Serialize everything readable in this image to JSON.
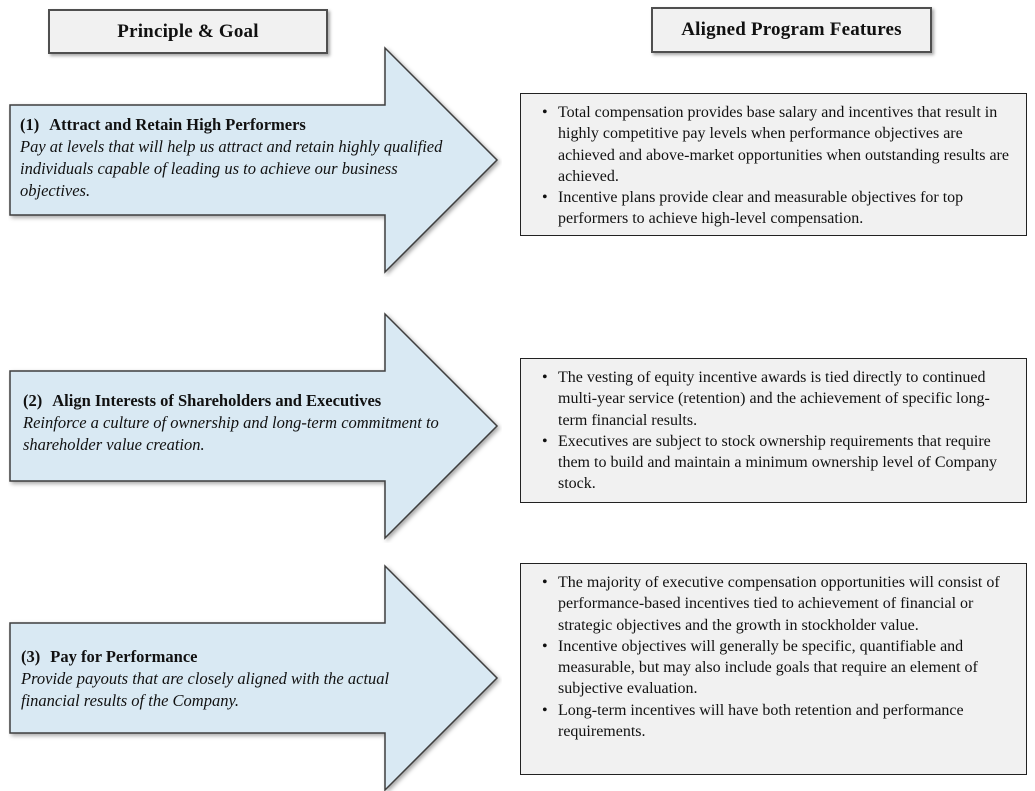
{
  "diagram": {
    "left_header": "Principle & Goal",
    "right_header": "Aligned Program Features",
    "colors": {
      "arrow_fill": "#d9e9f3",
      "arrow_border": "#3f3f3f",
      "box_fill": "#f1f1f1",
      "box_border": "#222222"
    },
    "rows": [
      {
        "number": "(1)",
        "title": "Attract and Retain High Performers",
        "description": "Pay at levels that will help us attract and retain highly qualified individuals capable of leading us to achieve our business objectives.",
        "features": [
          "Total compensation provides base salary and incentives that result in highly competitive pay levels when performance objectives are achieved and above-market opportunities when outstanding results are achieved.",
          "Incentive plans provide clear and measurable objectives for top performers to achieve high-level compensation."
        ]
      },
      {
        "number": "(2)",
        "title": "Align Interests of Shareholders and Executives",
        "description": "Reinforce a culture of ownership and long-term commitment to shareholder value creation.",
        "features": [
          "The vesting of equity incentive awards is tied directly to continued multi-year service (retention) and the achievement of specific long-term financial results.",
          "Executives are subject to stock ownership requirements that require them to build and maintain a minimum ownership level of Company stock."
        ]
      },
      {
        "number": "(3)",
        "title": "Pay for Performance",
        "description": "Provide payouts that are closely aligned with the actual financial results of the Company.",
        "features": [
          "The majority of executive compensation opportunities will consist of performance-based incentives tied to achievement of financial or strategic objectives and the growth in stockholder value.",
          "Incentive objectives will generally be specific, quantifiable and measurable, but may also include goals that require an element of subjective evaluation.",
          "Long-term incentives will have both retention and performance requirements."
        ]
      }
    ]
  }
}
